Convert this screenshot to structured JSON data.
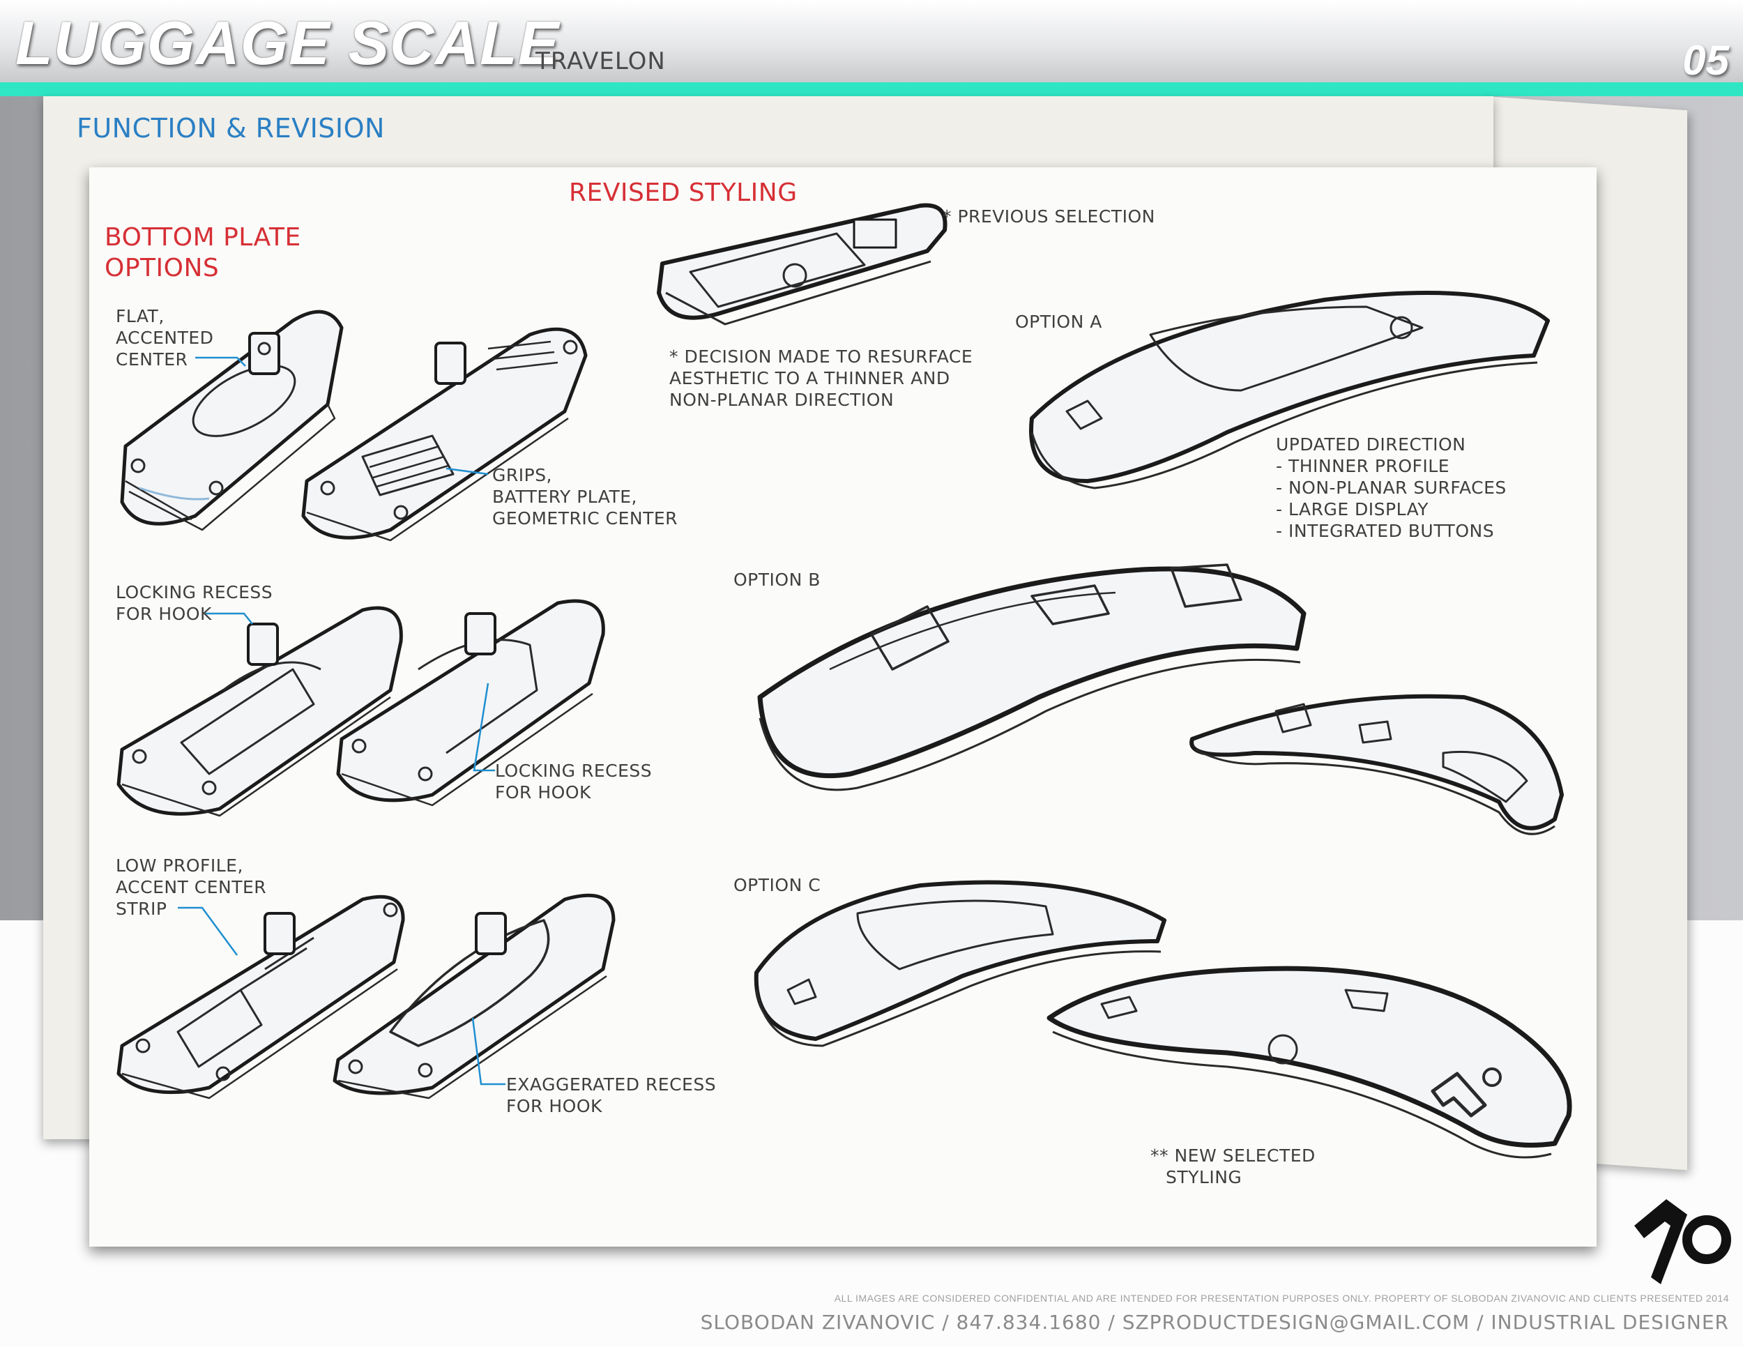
{
  "header": {
    "title": "LUGGAGE SCALE",
    "subtitle": "TRAVELON",
    "page_number": "05"
  },
  "section_title": "FUNCTION & REVISION",
  "revised_styling": "REVISED STYLING",
  "bottom_plate": {
    "title_line1": "BOTTOM PLATE",
    "title_line2": "OPTIONS",
    "notes": [
      {
        "lines": [
          "FLAT,",
          "ACCENTED",
          "CENTER"
        ]
      },
      {
        "lines": [
          "GRIPS,",
          "BATTERY PLATE,",
          "GEOMETRIC CENTER"
        ]
      },
      {
        "lines": [
          "LOCKING RECESS",
          "FOR HOOK"
        ]
      },
      {
        "lines": [
          "LOCKING RECESS",
          "FOR HOOK"
        ]
      },
      {
        "lines": [
          "LOW PROFILE,",
          "ACCENT CENTER",
          "STRIP"
        ]
      },
      {
        "lines": [
          "EXAGGERATED RECESS",
          "FOR HOOK"
        ]
      }
    ]
  },
  "revised": {
    "previous_selection": "* PREVIOUS SELECTION",
    "decision_lines": [
      "* DECISION MADE TO RESURFACE",
      "AESTHETIC TO A THINNER AND",
      "NON-PLANAR DIRECTION"
    ],
    "option_a": "OPTION A",
    "updated_lines": [
      "UPDATED DIRECTION",
      "- THINNER PROFILE",
      "- NON-PLANAR SURFACES",
      "- LARGE DISPLAY",
      "- INTEGRATED BUTTONS"
    ],
    "option_b": "OPTION B",
    "option_c": "OPTION C",
    "new_selected_lines": [
      "** NEW SELECTED",
      "STYLING"
    ]
  },
  "footer": {
    "disclaimer": "ALL IMAGES ARE CONSIDERED CONFIDENTIAL AND ARE INTENDED FOR PRESENTATION PURPOSES ONLY. PROPERTY OF SLOBODAN ZIVANOVIC AND CLIENTS PRESENTED 2014",
    "contact": "SLOBODAN ZIVANOVIC / 847.834.1680 / SZPRODUCTDESIGN@GMAIL.COM / INDUSTRIAL DESIGNER"
  },
  "colors": {
    "accent_teal": "#2fe6c4",
    "section_blue": "#2a7fc4",
    "heading_red": "#d62f35",
    "leader_blue": "#1e8fd0"
  },
  "icons": {
    "logo": "sz-logo-icon"
  }
}
